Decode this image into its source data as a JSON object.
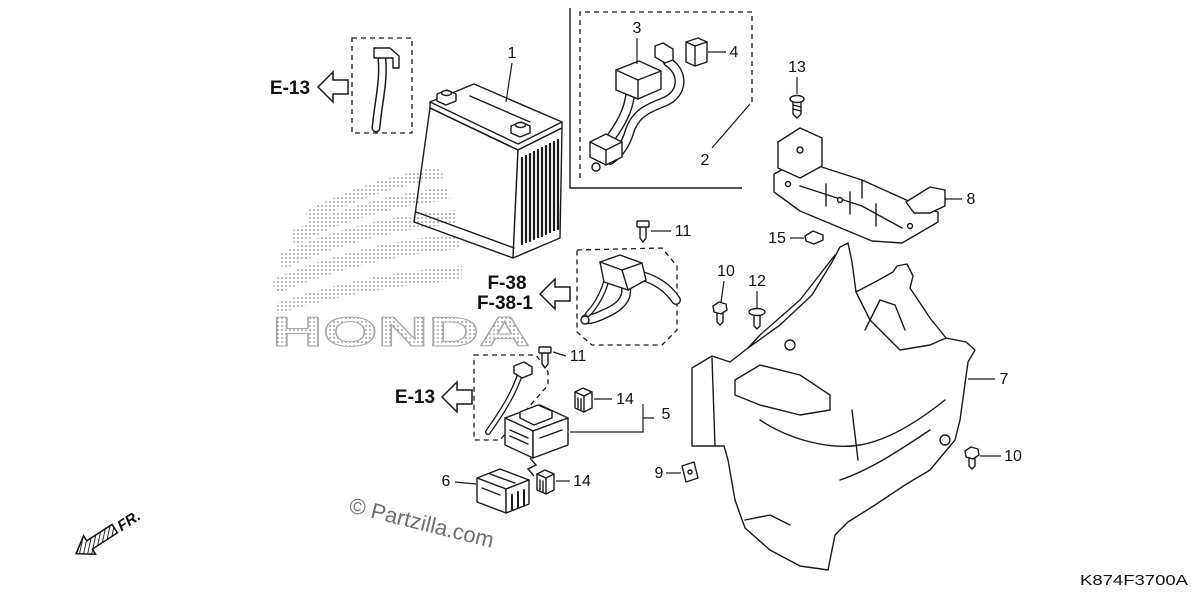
{
  "diagram": {
    "callouts": [
      "1",
      "2",
      "3",
      "4",
      "5",
      "6",
      "7",
      "8",
      "9",
      "10",
      "10",
      "11",
      "11",
      "12",
      "13",
      "14",
      "14",
      "15"
    ],
    "references": {
      "e13_top": "E-13",
      "e13_bottom": "E-13",
      "f38": "F-38",
      "f38_1": "F-38-1"
    },
    "front_marker": "FR.",
    "copyright": "© Partzilla.com",
    "brand_watermark": "HONDA",
    "diagram_code": "K874F3700A"
  }
}
